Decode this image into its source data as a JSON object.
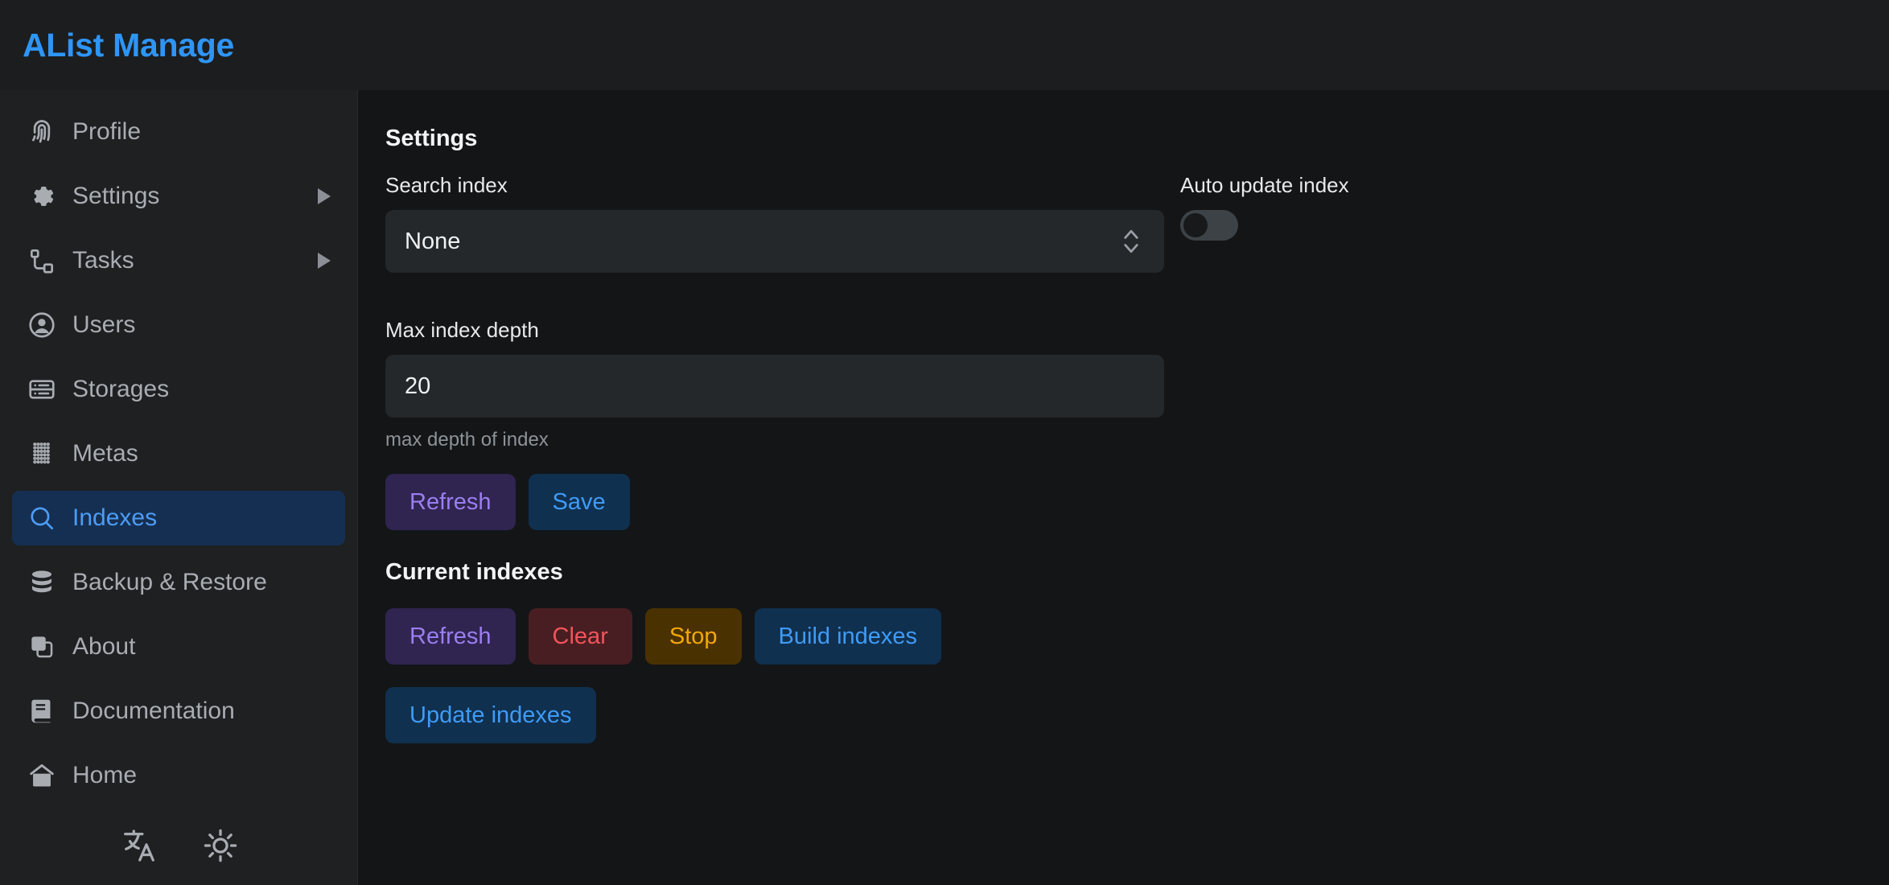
{
  "header": {
    "brand": "AList Manage"
  },
  "sidebar": {
    "items": [
      {
        "label": "Profile",
        "icon": "fingerprint-icon",
        "active": false,
        "caret": false
      },
      {
        "label": "Settings",
        "icon": "gear-icon",
        "active": false,
        "caret": true
      },
      {
        "label": "Tasks",
        "icon": "tasks-icon",
        "active": false,
        "caret": true
      },
      {
        "label": "Users",
        "icon": "user-icon",
        "active": false,
        "caret": false
      },
      {
        "label": "Storages",
        "icon": "server-icon",
        "active": false,
        "caret": false
      },
      {
        "label": "Metas",
        "icon": "dots-grid-icon",
        "active": false,
        "caret": false
      },
      {
        "label": "Indexes",
        "icon": "search-icon",
        "active": true,
        "caret": false
      },
      {
        "label": "Backup & Restore",
        "icon": "database-icon",
        "active": false,
        "caret": false
      },
      {
        "label": "About",
        "icon": "copy-icon",
        "active": false,
        "caret": false
      },
      {
        "label": "Documentation",
        "icon": "book-icon",
        "active": false,
        "caret": false
      },
      {
        "label": "Home",
        "icon": "home-icon",
        "active": false,
        "caret": false
      }
    ],
    "bottom": [
      {
        "icon": "language-icon"
      },
      {
        "icon": "sun-icon"
      }
    ]
  },
  "main": {
    "settings_title": "Settings",
    "search_index": {
      "label": "Search index",
      "value": "None",
      "options": [
        "None"
      ]
    },
    "auto_update_index": {
      "label": "Auto update index",
      "enabled": false
    },
    "max_index_depth": {
      "label": "Max index depth",
      "value": "20",
      "hint": "max depth of index"
    },
    "settings_actions": [
      {
        "label": "Refresh",
        "style": "purple"
      },
      {
        "label": "Save",
        "style": "blue"
      }
    ],
    "current_indexes_title": "Current indexes",
    "current_actions": [
      {
        "label": "Refresh",
        "style": "purple"
      },
      {
        "label": "Clear",
        "style": "red"
      },
      {
        "label": "Stop",
        "style": "amber"
      },
      {
        "label": "Build indexes",
        "style": "blue"
      }
    ],
    "current_actions_row2": [
      {
        "label": "Update indexes",
        "style": "blue"
      }
    ]
  },
  "colors": {
    "brand": "#2f95f5",
    "active_bg": "#152f52",
    "active_text": "#4c9cf5",
    "purple": "#9b7ef0",
    "blue": "#3f9bf7",
    "red": "#f2545b",
    "amber": "#f2a70a"
  }
}
